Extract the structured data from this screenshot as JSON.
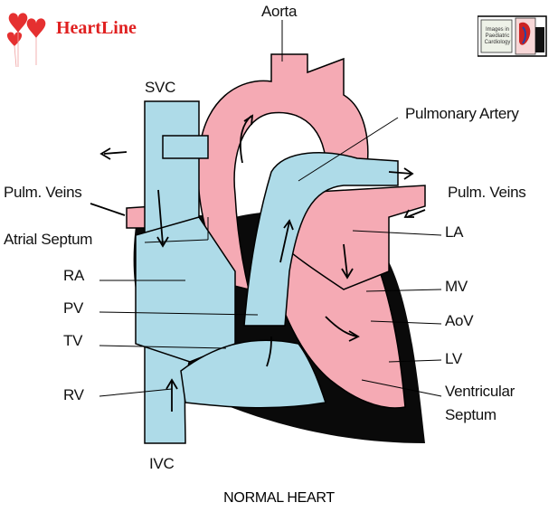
{
  "logo": {
    "brand": "HeartLine",
    "icon": "hearts-icon"
  },
  "badge": {
    "text": "Images in Paediatric Cardiology",
    "icon": "heart-book-icon"
  },
  "labels": {
    "aorta": "Aorta",
    "svc": "SVC",
    "pulmonary_artery": "Pulmonary Artery",
    "pulm_veins_left": "Pulm. Veins",
    "pulm_veins_right": "Pulm. Veins",
    "atrial_septum": "Atrial Septum",
    "la": "LA",
    "ra": "RA",
    "mv": "MV",
    "pv": "PV",
    "aov": "AoV",
    "tv": "TV",
    "lv": "LV",
    "rv": "RV",
    "ventricular_septum_1": "Ventricular",
    "ventricular_septum_2": "Septum",
    "ivc": "IVC"
  },
  "caption": "NORMAL HEART",
  "colors": {
    "oxygenated": "#f5aab4",
    "deoxygenated": "#aedbe8",
    "outline": "#000000",
    "brand": "#e02020"
  }
}
